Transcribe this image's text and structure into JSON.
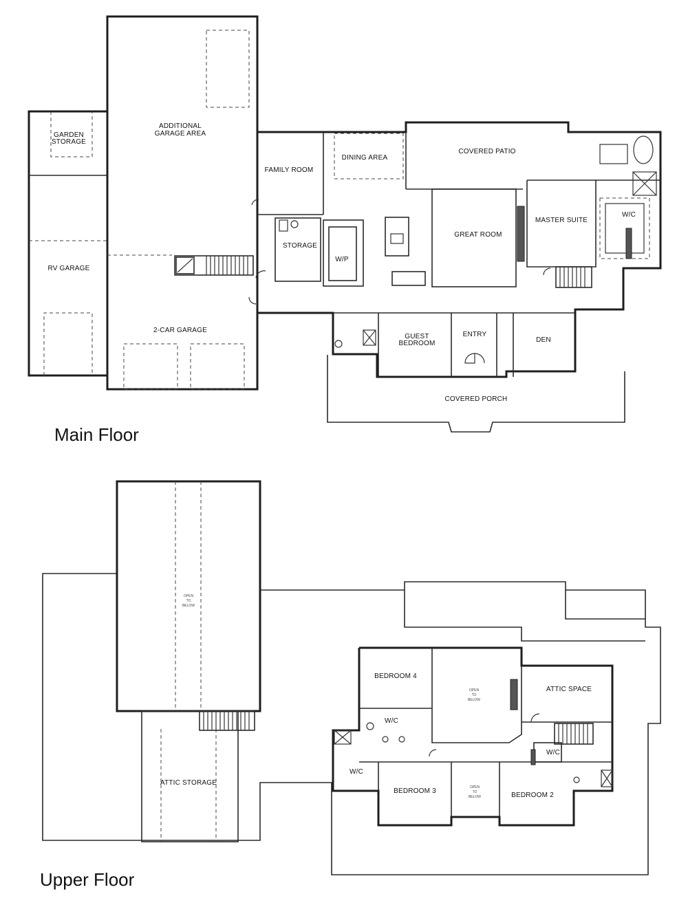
{
  "floors": {
    "main": {
      "title": "Main Floor",
      "rooms": {
        "garden_storage": {
          "name": "GARDEN STORAGE",
          "line1": "GARDEN",
          "line2": "STORAGE"
        },
        "additional_garage_area": {
          "name": "ADDITIONAL GARAGE AREA",
          "line1": "ADDITIONAL",
          "line2": "GARAGE AREA"
        },
        "rv_garage": {
          "name": "RV GARAGE"
        },
        "two_car_garage": {
          "name": "2-CAR GARAGE"
        },
        "family_room": {
          "name": "FAMILY ROOM"
        },
        "dining_area": {
          "name": "DINING AREA"
        },
        "covered_patio": {
          "name": "COVERED PATIO"
        },
        "storage": {
          "name": "STORAGE"
        },
        "wip": {
          "name": "W/P"
        },
        "great_room": {
          "name": "GREAT ROOM"
        },
        "master_suite": {
          "name": "MASTER SUITE"
        },
        "master_wic": {
          "name": "W/C"
        },
        "guest_bedroom": {
          "name": "GUEST BEDROOM",
          "line1": "GUEST",
          "line2": "BEDROOM"
        },
        "entry": {
          "name": "ENTRY"
        },
        "den": {
          "name": "DEN"
        },
        "covered_porch": {
          "name": "COVERED PORCH"
        }
      }
    },
    "upper": {
      "title": "Upper Floor",
      "rooms": {
        "open_to_below_garage": {
          "name": "OPEN TO BELOW",
          "line1": "OPEN",
          "line2": "TO",
          "line3": "BELOW"
        },
        "attic_storage": {
          "name": "ATTIC STORAGE"
        },
        "bedroom_4": {
          "name": "BEDROOM 4"
        },
        "wic_bed4": {
          "name": "W/C"
        },
        "open_to_below_great": {
          "name": "OPEN TO BELOW",
          "line1": "OPEN",
          "line2": "TO",
          "line3": "BELOW"
        },
        "attic_space": {
          "name": "ATTIC SPACE"
        },
        "wic_left": {
          "name": "W/C"
        },
        "bedroom_3": {
          "name": "BEDROOM 3"
        },
        "open_to_below_entry": {
          "name": "OPEN TO BELOW",
          "line1": "OPEN",
          "line2": "TO",
          "line3": "BELOW"
        },
        "bedroom_2": {
          "name": "BEDROOM 2"
        },
        "wic_right": {
          "name": "W/C"
        }
      }
    }
  }
}
